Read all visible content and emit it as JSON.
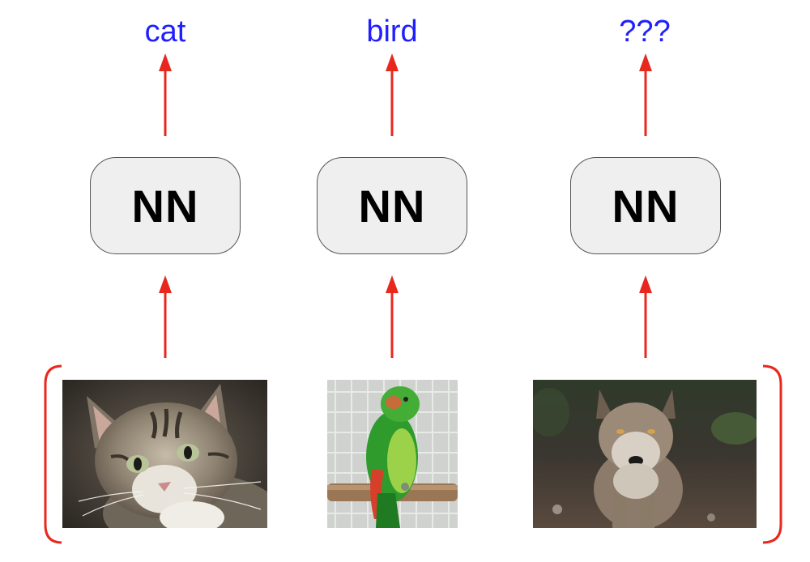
{
  "columns": [
    {
      "output": "cat",
      "model": "NN",
      "input": "cat-photo"
    },
    {
      "output": "bird",
      "model": "NN",
      "input": "parrot-photo"
    },
    {
      "output": "???",
      "model": "NN",
      "input": "wolf-photo"
    }
  ],
  "colors": {
    "output_text": "#1f1fff",
    "arrow": "#e8281e",
    "bracket": "#e8281e",
    "box_fill": "#efefef",
    "box_border": "#555555"
  }
}
